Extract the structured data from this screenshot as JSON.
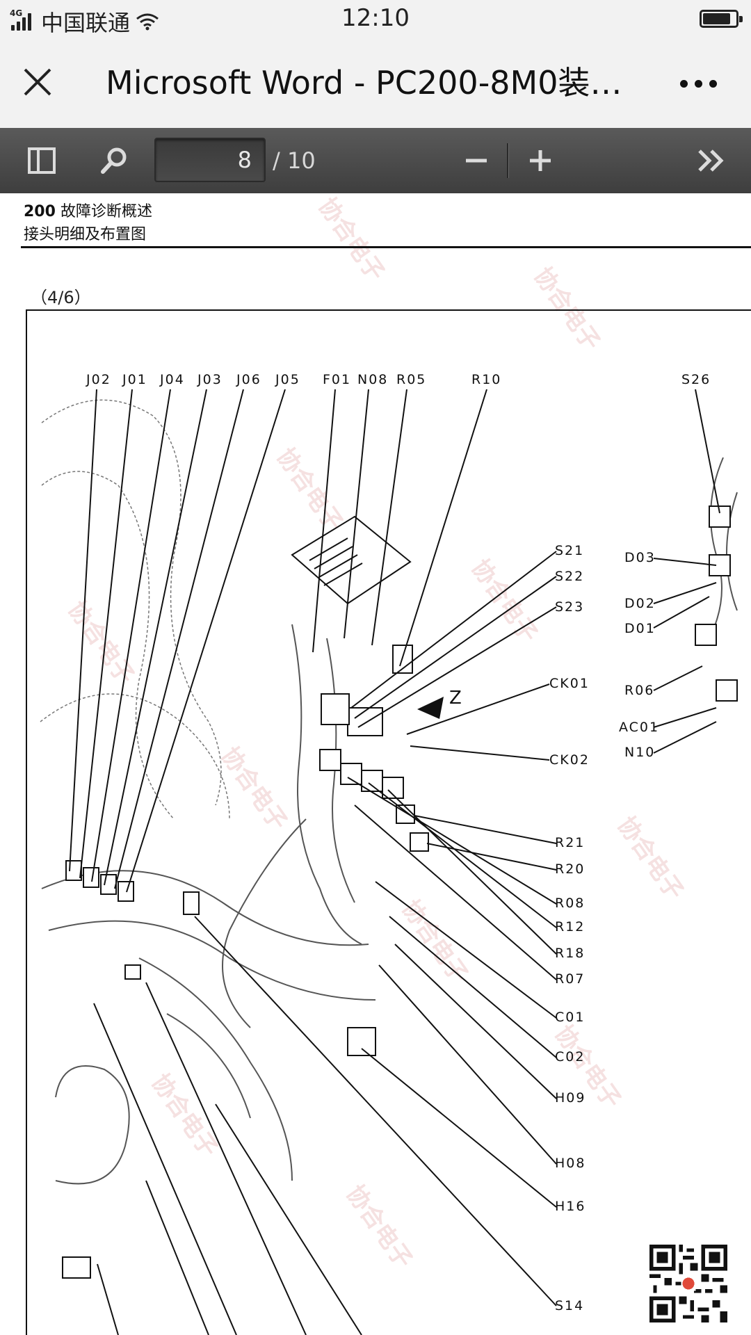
{
  "status_bar": {
    "network": "4G",
    "carrier": "中国联通",
    "time": "12:10",
    "battery_level": 0.85
  },
  "header": {
    "close_icon": "close-icon",
    "title": "Microsoft Word - PC200-8M0装修...",
    "more_icon": "more-dots-icon"
  },
  "toolbar": {
    "sidebar_icon": "sidebar-icon",
    "search_icon": "search-icon",
    "current_page": "8",
    "total_pages": "/ 10",
    "zoom_out_icon": "minus-icon",
    "zoom_in_icon": "plus-icon",
    "next_icon": "double-chevron-right-icon"
  },
  "document": {
    "section_number": "200",
    "section_title": "故障诊断概述",
    "subtitle": "接头明细及布置图",
    "sheet_label": "（4/6）",
    "watermark": "协合电子",
    "diagram_labels": {
      "top": [
        "J02",
        "J01",
        "J04",
        "J03",
        "J06",
        "J05",
        "F01",
        "N08",
        "R05",
        "R10",
        "S26"
      ],
      "right_column": [
        "S21",
        "S22",
        "S23",
        "CK01",
        "CK02",
        "R21",
        "R20",
        "R08",
        "R12",
        "R18",
        "R07",
        "C01",
        "C02",
        "H09",
        "H08",
        "H16",
        "S14"
      ],
      "far_right": [
        "D03",
        "D02",
        "D01",
        "R06",
        "AC01",
        "N10"
      ],
      "arrow_label": "Z"
    }
  }
}
